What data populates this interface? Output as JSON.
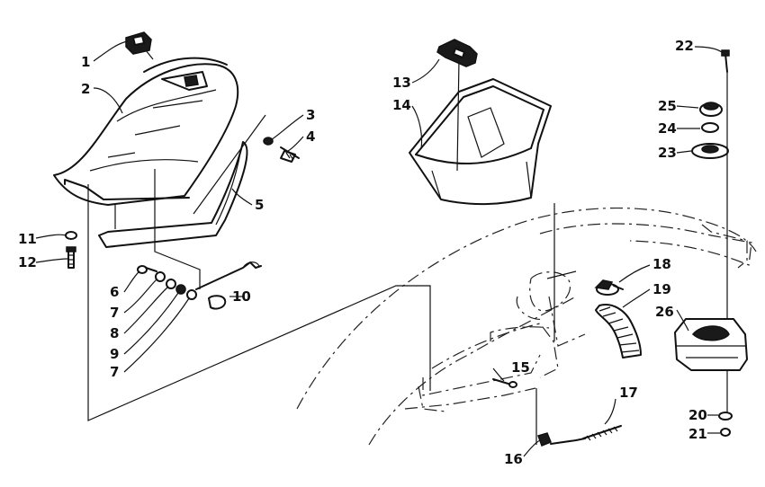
{
  "callouts": [
    {
      "id": "c1",
      "label": "1"
    },
    {
      "id": "c2",
      "label": "2"
    },
    {
      "id": "c3",
      "label": "3"
    },
    {
      "id": "c4",
      "label": "4"
    },
    {
      "id": "c5",
      "label": "5"
    },
    {
      "id": "c6",
      "label": "6"
    },
    {
      "id": "c7a",
      "label": "7"
    },
    {
      "id": "c8",
      "label": "8"
    },
    {
      "id": "c9",
      "label": "9"
    },
    {
      "id": "c7b",
      "label": "7"
    },
    {
      "id": "c10",
      "label": "10"
    },
    {
      "id": "c11",
      "label": "11"
    },
    {
      "id": "c12",
      "label": "12"
    },
    {
      "id": "c13",
      "label": "13"
    },
    {
      "id": "c14",
      "label": "14"
    },
    {
      "id": "c15",
      "label": "15"
    },
    {
      "id": "c16",
      "label": "16"
    },
    {
      "id": "c17",
      "label": "17"
    },
    {
      "id": "c18",
      "label": "18"
    },
    {
      "id": "c19",
      "label": "19"
    },
    {
      "id": "c20",
      "label": "20"
    },
    {
      "id": "c21",
      "label": "21"
    },
    {
      "id": "c22",
      "label": "22"
    },
    {
      "id": "c23",
      "label": "23"
    },
    {
      "id": "c24",
      "label": "24"
    },
    {
      "id": "c25",
      "label": "25"
    },
    {
      "id": "c26",
      "label": "26"
    }
  ]
}
